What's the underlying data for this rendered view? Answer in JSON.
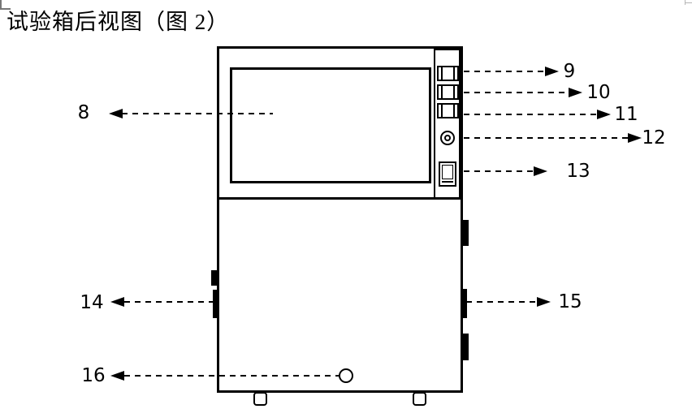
{
  "page": {
    "title": "试验箱后视图（图 2）"
  },
  "figure": {
    "description": "rear view line drawing of test chamber with numbered callouts",
    "callouts": [
      {
        "label": "8",
        "side": "left"
      },
      {
        "label": "9",
        "side": "right"
      },
      {
        "label": "10",
        "side": "right"
      },
      {
        "label": "11",
        "side": "right"
      },
      {
        "label": "12",
        "side": "right"
      },
      {
        "label": "13",
        "side": "right"
      },
      {
        "label": "14",
        "side": "left"
      },
      {
        "label": "15",
        "side": "right"
      },
      {
        "label": "16",
        "side": "left"
      }
    ]
  },
  "colors": {
    "line": "#000000",
    "background": "#ffffff"
  }
}
